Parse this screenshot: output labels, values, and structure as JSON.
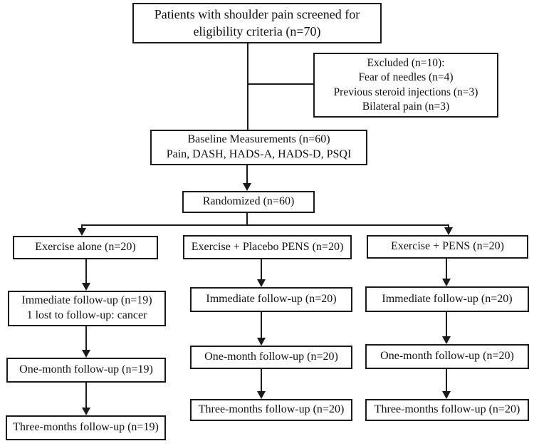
{
  "flowchart": {
    "screening": {
      "line1": "Patients with shoulder pain screened for",
      "line2": "eligibility criteria (n=70)"
    },
    "excluded": {
      "line1": "Excluded (n=10):",
      "line2": "Fear of needles (n=4)",
      "line3": "Previous steroid injections (n=3)",
      "line4": "Bilateral pain (n=3)"
    },
    "baseline": {
      "line1": "Baseline Measurements (n=60)",
      "line2": "Pain, DASH, HADS-A, HADS-D, PSQI"
    },
    "randomized": {
      "label": "Randomized (n=60)"
    },
    "arm1": {
      "allocation": "Exercise alone (n=20)",
      "immediate_line1": "Immediate follow-up (n=19)",
      "immediate_line2": "1 lost to follow-up: cancer",
      "one_month": "One-month follow-up (n=19)",
      "three_months": "Three-months follow-up (n=19)"
    },
    "arm2": {
      "allocation": "Exercise + Placebo PENS (n=20)",
      "immediate": "Immediate follow-up (n=20)",
      "one_month": "One-month follow-up (n=20)",
      "three_months": "Three-months follow-up (n=20)"
    },
    "arm3": {
      "allocation": "Exercise + PENS (n=20)",
      "immediate": "Immediate follow-up (n=20)",
      "one_month": "One-month follow-up (n=20)",
      "three_months": "Three-months follow-up (n=20)"
    }
  },
  "colors": {
    "background": "#ffffff",
    "box_border": "#1a1a1a",
    "text": "#111111",
    "line": "#1a1a1a"
  }
}
